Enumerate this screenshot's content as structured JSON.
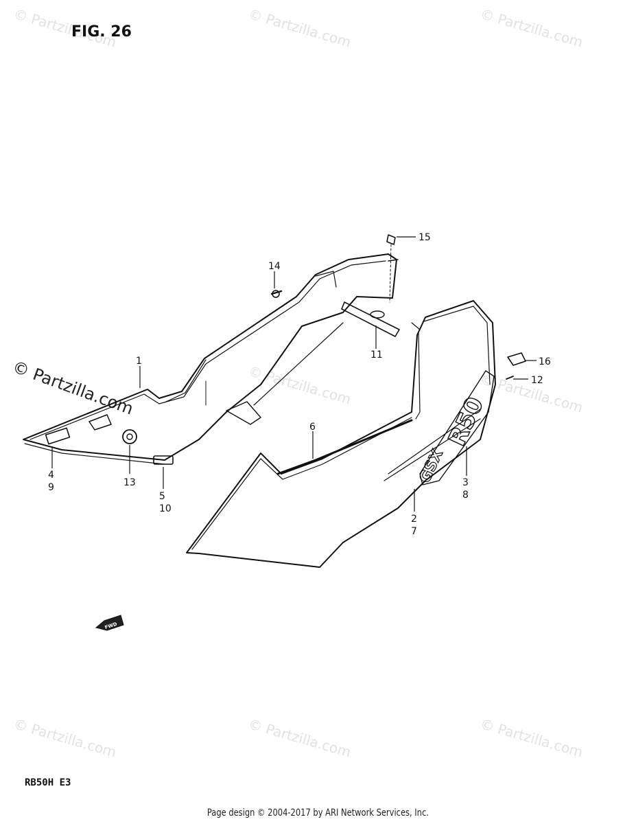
{
  "figure": {
    "title": "FIG. 26",
    "model_code": "RB50H  E3",
    "footer": "Page design © 2004-2017 by ARI Network Services, Inc."
  },
  "watermark": {
    "text": "© Partzilla.com"
  },
  "badge": {
    "fwd_label": "FWD",
    "emblem_text_1": "GSX",
    "emblem_text_2": "R50"
  },
  "callouts": [
    {
      "id": "c1",
      "label": "1"
    },
    {
      "id": "c2",
      "label": "2\n7"
    },
    {
      "id": "c3",
      "label": "3\n8"
    },
    {
      "id": "c4",
      "label": "4\n9"
    },
    {
      "id": "c5",
      "label": "5\n10"
    },
    {
      "id": "c6",
      "label": "6"
    },
    {
      "id": "c11",
      "label": "11"
    },
    {
      "id": "c12",
      "label": "12"
    },
    {
      "id": "c13",
      "label": "13"
    },
    {
      "id": "c14",
      "label": "14"
    },
    {
      "id": "c15",
      "label": "15"
    },
    {
      "id": "c16",
      "label": "16"
    }
  ]
}
